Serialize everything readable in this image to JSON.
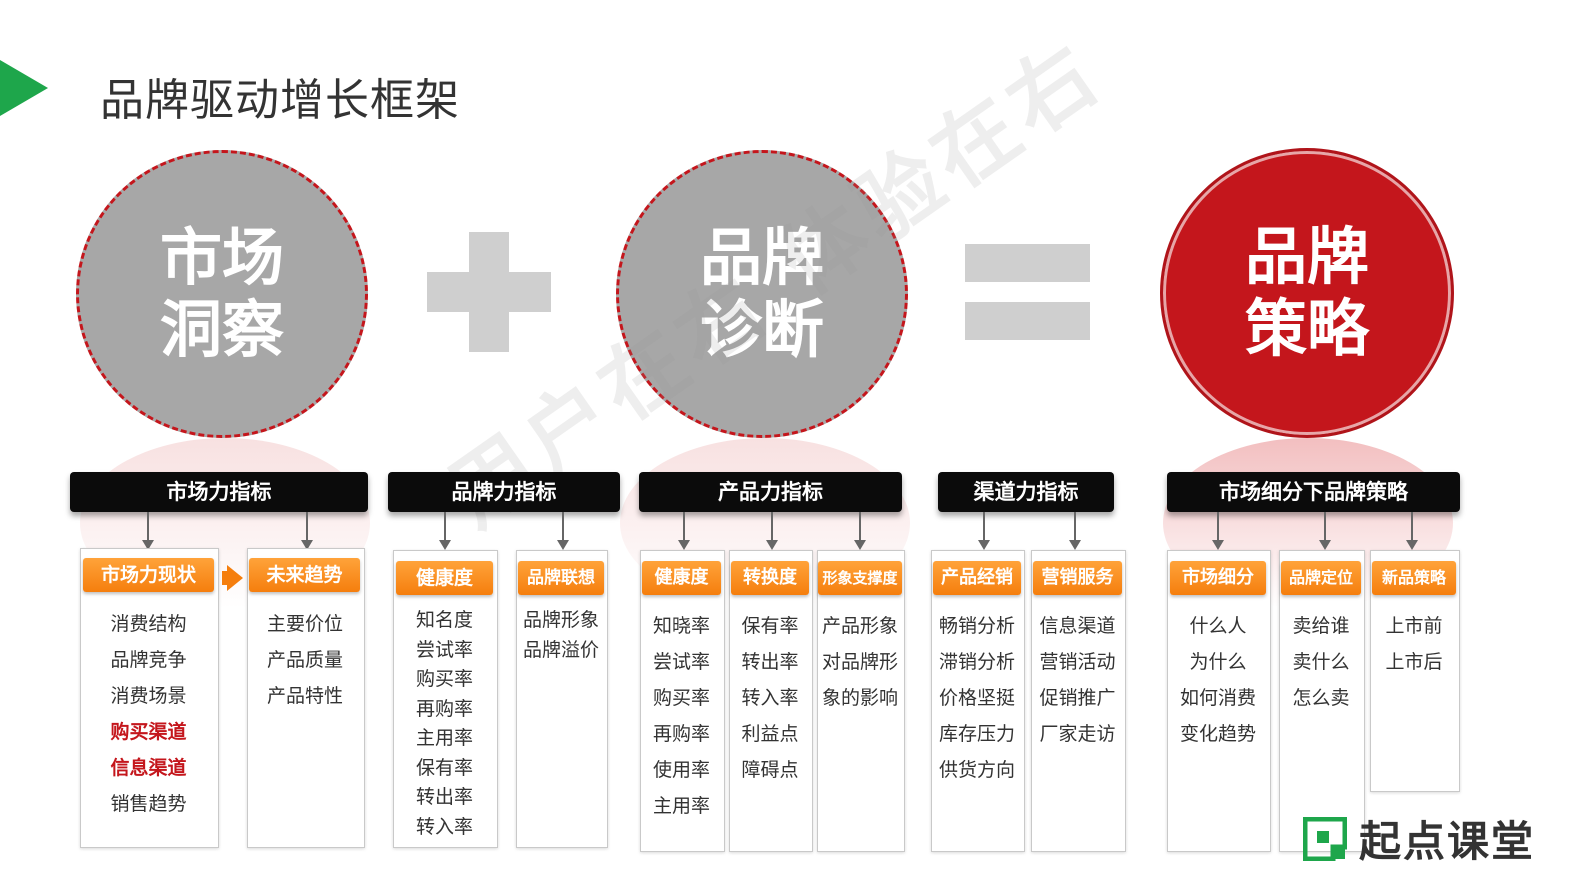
{
  "title": "品牌驱动增长框架",
  "circles": [
    {
      "line1": "市场",
      "line2": "洞察"
    },
    {
      "line1": "品牌",
      "line2": "诊断"
    },
    {
      "line1": "品牌",
      "line2": "策略"
    }
  ],
  "watermark": "用户在右 体验在右",
  "sections": {
    "market": {
      "header": "市场力指标",
      "col1": {
        "badge": "市场力现状",
        "items": [
          "消费结构",
          "品牌竞争",
          "消费场景",
          "购买渠道",
          "信息渠道",
          "销售趋势"
        ]
      },
      "col2": {
        "badge": "未来趋势",
        "items": [
          "主要价位",
          "产品质量",
          "产品特性"
        ]
      }
    },
    "brand": {
      "header": "品牌力指标",
      "col1": {
        "badge": "健康度",
        "items": [
          "知名度",
          "尝试率",
          "购买率",
          "再购率",
          "主用率",
          "保有率",
          "转出率",
          "转入率"
        ]
      },
      "col2": {
        "badge": "品牌联想",
        "items": [
          "品牌形象",
          "品牌溢价"
        ]
      }
    },
    "product": {
      "header": "产品力指标",
      "col1": {
        "badge": "健康度",
        "items": [
          "知晓率",
          "尝试率",
          "购买率",
          "再购率",
          "使用率",
          "主用率"
        ]
      },
      "col2": {
        "badge": "转换度",
        "items": [
          "保有率",
          "转出率",
          "转入率",
          "利益点",
          "障碍点"
        ]
      },
      "col3": {
        "badge": "形象支撑度",
        "items": [
          "产品形象",
          "对品牌形",
          "象的影响"
        ]
      }
    },
    "channel": {
      "header": "渠道力指标",
      "col1": {
        "badge": "产品经销",
        "items": [
          "畅销分析",
          "滞销分析",
          "价格坚挺",
          "库存压力",
          "供货方向"
        ]
      },
      "col2": {
        "badge": "营销服务",
        "items": [
          "信息渠道",
          "营销活动",
          "促销推广",
          "厂家走访"
        ]
      }
    },
    "strategy": {
      "header": "市场细分下品牌策略",
      "col1": {
        "badge": "市场细分",
        "items": [
          "什么人",
          "为什么",
          "如何消费",
          "变化趋势"
        ]
      },
      "col2": {
        "badge": "品牌定位",
        "items": [
          "卖给谁",
          "卖什么",
          "怎么卖"
        ]
      },
      "col3": {
        "badge": "新品策略",
        "items": [
          "上市前",
          "上市后"
        ]
      }
    }
  },
  "logo": {
    "text": "起点课堂",
    "icon": "qidian-logo-icon"
  },
  "colors": {
    "accent_green": "#1ea64b",
    "red": "#c4161c",
    "grey": "#a7a7a7",
    "orange": "#f57e0d"
  }
}
